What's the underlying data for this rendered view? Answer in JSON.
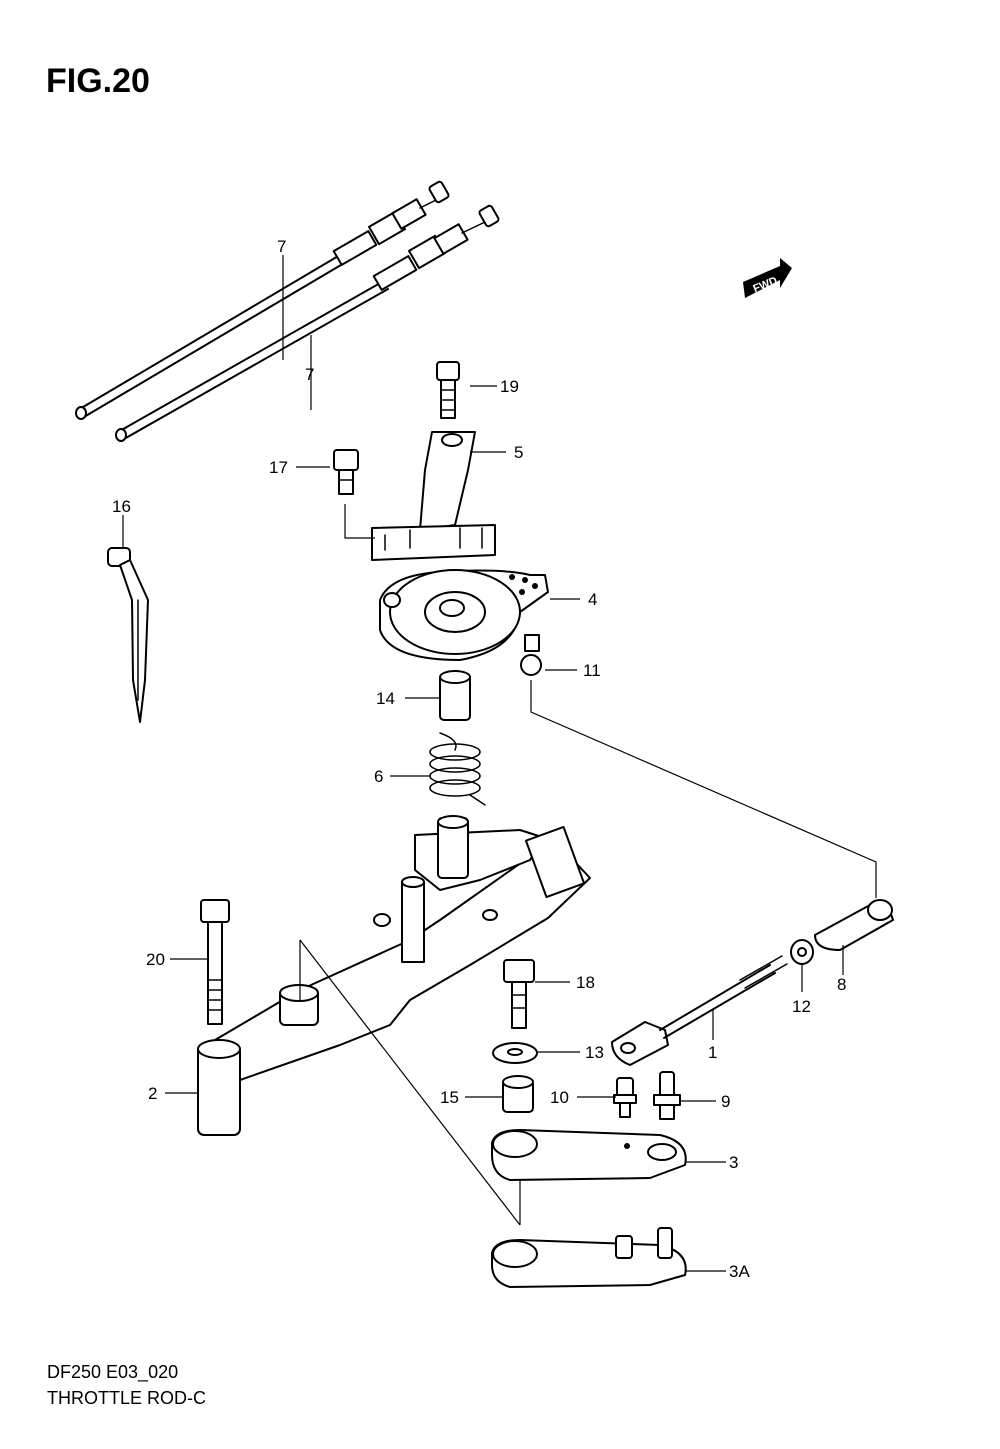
{
  "figure_title": "FIG.20",
  "fwd_badge": "FWD",
  "footer": {
    "code": "DF250 E03_020",
    "name": "THROTTLE ROD-C"
  },
  "callouts": {
    "p1": "1",
    "p2": "2",
    "p3": "3",
    "p3a": "3A",
    "p4": "4",
    "p5": "5",
    "p6": "6",
    "p7a": "7",
    "p7b": "7",
    "p8": "8",
    "p9": "9",
    "p10": "10",
    "p11": "11",
    "p12": "12",
    "p13": "13",
    "p14": "14",
    "p15": "15",
    "p16": "16",
    "p17": "17",
    "p18": "18",
    "p19": "19",
    "p20": "20"
  }
}
